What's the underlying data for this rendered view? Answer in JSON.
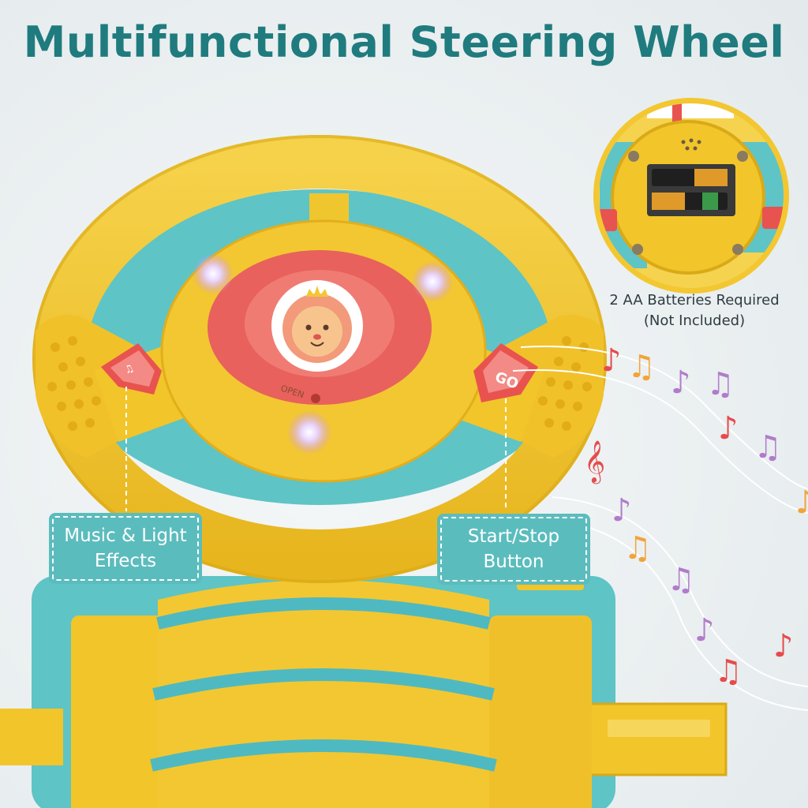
{
  "title": "Multifunctional Steering Wheel",
  "callouts": {
    "music_light": {
      "line1": "Music & Light",
      "line2": "Effects"
    },
    "start_stop": {
      "line1": "Start/Stop",
      "line2": "Button"
    }
  },
  "battery_caption": {
    "line1": "2 AA  Batteries Required",
    "line2": "(Not Included)"
  },
  "wheel_labels": {
    "open": "OPEN",
    "go": "GO"
  },
  "colors": {
    "title": "#1f7b7e",
    "callout_bg": "#5bbcbd",
    "wheel_yellow": "#f2c52a",
    "hub_red": "#e8615c",
    "base_teal": "#5ec4c6"
  }
}
